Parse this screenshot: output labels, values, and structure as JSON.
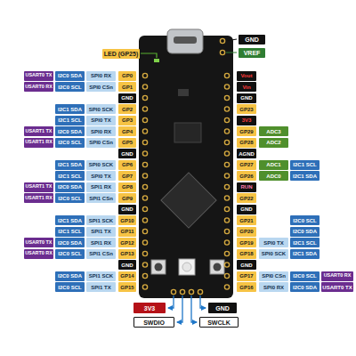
{
  "diagram": {
    "nodes": [
      {
        "text": [
          "LED (GP25)"
        ]
      },
      {
        "text": [
          "GND"
        ]
      },
      {
        "text": [
          "VREF"
        ]
      },
      {
        "text": [
          "USART0 TX"
        ]
      },
      {
        "text": [
          "I2C0 SDA"
        ]
      },
      {
        "text": [
          "SPI0 RX"
        ]
      },
      {
        "text": [
          "GP0"
        ]
      },
      {
        "text": [
          "Vout"
        ]
      },
      {
        "text": [
          "USART0 RX"
        ]
      },
      {
        "text": [
          "I2C0 SCL"
        ]
      },
      {
        "text": [
          "SPI0 CSn"
        ]
      },
      {
        "text": [
          "GP1"
        ]
      },
      {
        "text": [
          "Vin"
        ]
      },
      {
        "text": [
          "GND"
        ]
      },
      {
        "text": [
          "GND"
        ]
      },
      {
        "text": [
          "I2C1 SDA"
        ]
      },
      {
        "text": [
          "SPI0 SCK"
        ]
      },
      {
        "text": [
          "GP2"
        ]
      },
      {
        "text": [
          "GP23"
        ]
      },
      {
        "text": [
          "I2C1 SCL"
        ]
      },
      {
        "text": [
          "SPI0 TX"
        ]
      },
      {
        "text": [
          "GP3"
        ]
      },
      {
        "text": [
          "3V3"
        ]
      },
      {
        "text": [
          "USART1 TX"
        ]
      },
      {
        "text": [
          "I2C0 SDA"
        ]
      },
      {
        "text": [
          "SPI0 RX"
        ]
      },
      {
        "text": [
          "GP4"
        ]
      },
      {
        "text": [
          "GP29"
        ]
      },
      {
        "text": [
          "ADC3"
        ]
      },
      {
        "text": [
          "USART1 RX"
        ]
      },
      {
        "text": [
          "I2C0 SCL"
        ]
      },
      {
        "text": [
          "SPI0 CSn"
        ]
      },
      {
        "text": [
          "GP5"
        ]
      },
      {
        "text": [
          "GP28"
        ]
      },
      {
        "text": [
          "ADC2"
        ]
      },
      {
        "text": [
          "GND"
        ]
      },
      {
        "text": [
          "AGND"
        ]
      },
      {
        "text": [
          "I2C1 SDA"
        ]
      },
      {
        "text": [
          "SPI0 SCK"
        ]
      },
      {
        "text": [
          "GP6"
        ]
      },
      {
        "text": [
          "GP27"
        ]
      },
      {
        "text": [
          "ADC1"
        ]
      },
      {
        "text": [
          "I2C1 SCL"
        ]
      },
      {
        "text": [
          "I2C1 SCL"
        ]
      },
      {
        "text": [
          "SPI0 TX"
        ]
      },
      {
        "text": [
          "GP7"
        ]
      },
      {
        "text": [
          "GP26"
        ]
      },
      {
        "text": [
          "ADC0"
        ]
      },
      {
        "text": [
          "I2C1 SDA"
        ]
      },
      {
        "text": [
          "USART1 TX"
        ]
      },
      {
        "text": [
          "I2C0 SDA"
        ]
      },
      {
        "text": [
          "SPI1 RX"
        ]
      },
      {
        "text": [
          "GP8"
        ]
      },
      {
        "text": [
          "RUN"
        ]
      },
      {
        "text": [
          "USART1 RX"
        ]
      },
      {
        "text": [
          "I2C0 SCL"
        ]
      },
      {
        "text": [
          "SPI1 CSn"
        ]
      },
      {
        "text": [
          "GP9"
        ]
      },
      {
        "text": [
          "GP22"
        ]
      },
      {
        "text": [
          "GND"
        ]
      },
      {
        "text": [
          "GND"
        ]
      },
      {
        "text": [
          "I2C1 SDA"
        ]
      },
      {
        "text": [
          "SPI1 SCK"
        ]
      },
      {
        "text": [
          "GP10"
        ]
      },
      {
        "text": [
          "GP21"
        ]
      },
      {
        "text": [
          "I2C0 SCL"
        ]
      },
      {
        "text": [
          "I2C1 SCL"
        ]
      },
      {
        "text": [
          "SPI1 TX"
        ]
      },
      {
        "text": [
          "GP11"
        ]
      },
      {
        "text": [
          "GP20"
        ]
      },
      {
        "text": [
          "I2C0 SDA"
        ]
      },
      {
        "text": [
          "USART0 TX"
        ]
      },
      {
        "text": [
          "I2C0 SDA"
        ]
      },
      {
        "text": [
          "SPI1 RX"
        ]
      },
      {
        "text": [
          "GP12"
        ]
      },
      {
        "text": [
          "GP19"
        ]
      },
      {
        "text": [
          "SPI0 TX"
        ]
      },
      {
        "text": [
          "I2C1 SCL"
        ]
      },
      {
        "text": [
          "USART0 RX"
        ]
      },
      {
        "text": [
          "I2C0 SCL"
        ]
      },
      {
        "text": [
          "SPI1 CSn"
        ]
      },
      {
        "text": [
          "GP13"
        ]
      },
      {
        "text": [
          "GP18"
        ]
      },
      {
        "text": [
          "SPI0 SCK"
        ]
      },
      {
        "text": [
          "I2C1 SDA"
        ]
      },
      {
        "text": [
          "GND"
        ]
      },
      {
        "text": [
          "GND"
        ]
      },
      {
        "text": [
          "I2C0 SDA"
        ]
      },
      {
        "text": [
          "SPI1 SCK"
        ]
      },
      {
        "text": [
          "GP14"
        ]
      },
      {
        "text": [
          "GP17"
        ]
      },
      {
        "text": [
          "SPI0 CSn"
        ]
      },
      {
        "text": [
          "I2C0 SCL"
        ]
      },
      {
        "text": [
          "USART0 RX"
        ]
      },
      {
        "text": [
          "I2C0 SCL"
        ]
      },
      {
        "text": [
          "SPI1 TX"
        ]
      },
      {
        "text": [
          "GP15"
        ]
      },
      {
        "text": [
          "GP16"
        ]
      },
      {
        "text": [
          "SPI0 RX"
        ]
      },
      {
        "text": [
          "I2C0 SDA"
        ]
      },
      {
        "text": [
          "USART0 TX"
        ]
      },
      {
        "text": [
          "3V3"
        ]
      },
      {
        "text": [
          "GND"
        ]
      },
      {
        "text": [
          "SWDIO"
        ]
      },
      {
        "text": [
          "SWCLK"
        ]
      }
    ]
  }
}
